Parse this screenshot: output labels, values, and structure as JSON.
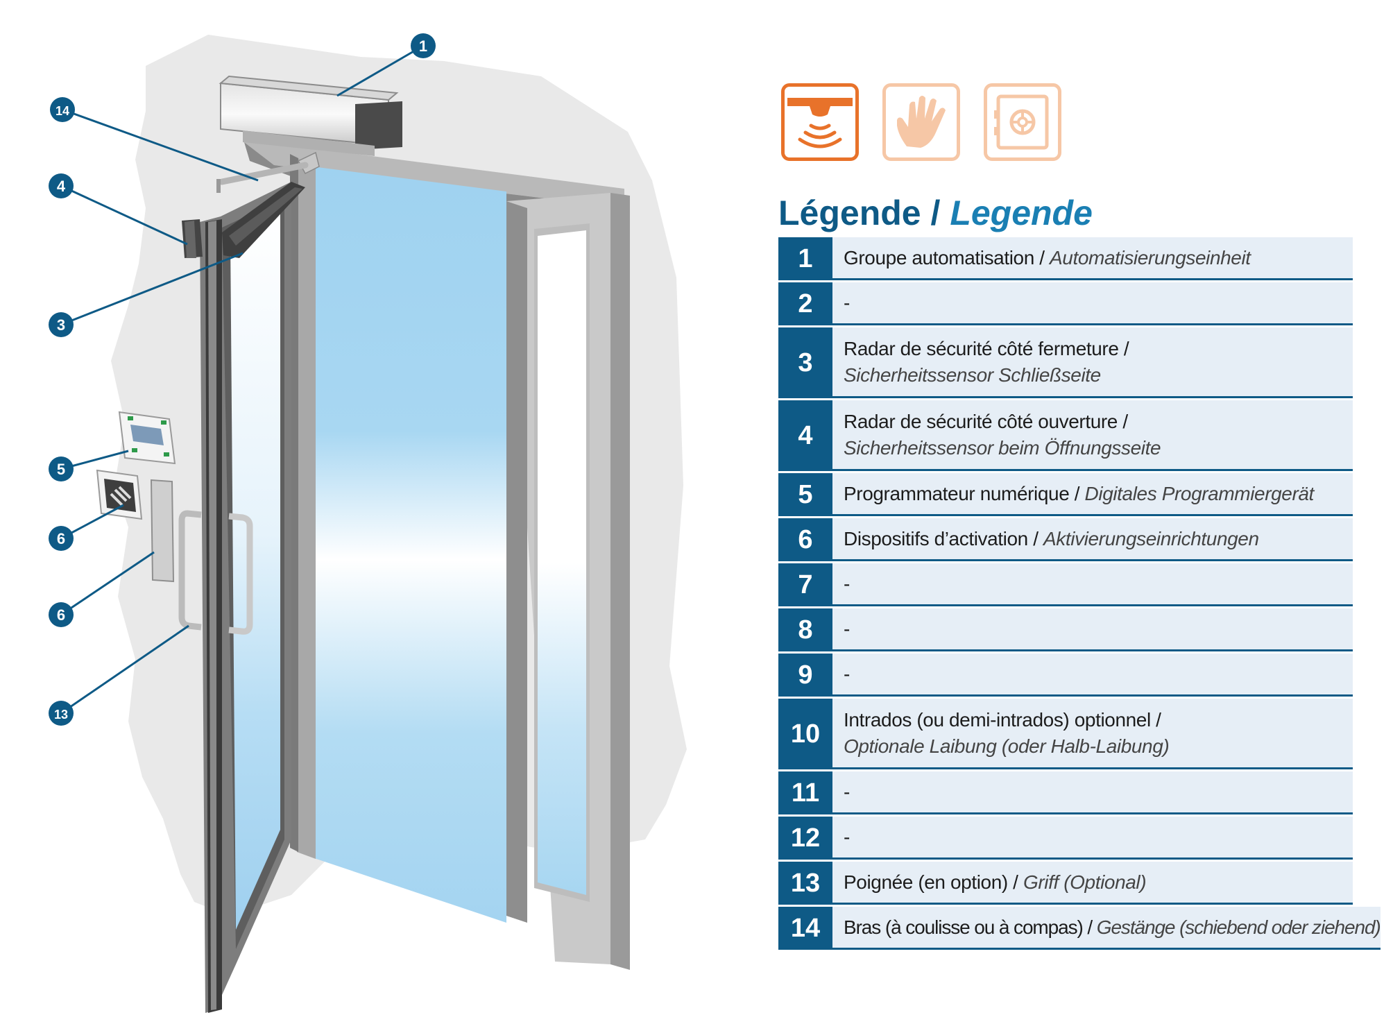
{
  "callouts": [
    {
      "label": "1"
    },
    {
      "label": "14"
    },
    {
      "label": "4"
    },
    {
      "label": "3"
    },
    {
      "label": "5"
    },
    {
      "label": "6"
    },
    {
      "label": "6"
    },
    {
      "label": "13"
    }
  ],
  "mode_icons": [
    {
      "icon": "radar-sensor-icon",
      "state": "active",
      "color": "#e8722a"
    },
    {
      "icon": "hand-icon",
      "state": "inactive",
      "color": "#f6c7a6"
    },
    {
      "icon": "safe-icon",
      "state": "inactive",
      "color": "#f6c7a6"
    }
  ],
  "legend": {
    "title_fr": "Légende",
    "separator": "/",
    "title_de": "Legende",
    "rows": [
      {
        "num": "1",
        "fr": "Groupe automatisation /",
        "de": "Automatisierungseinheit",
        "layout": "single"
      },
      {
        "num": "2",
        "fr": "-",
        "de": "",
        "layout": "single"
      },
      {
        "num": "3",
        "fr": "Radar de sécurité côté fermeture /",
        "de": "Sicherheitssensor Schließseite",
        "layout": "double"
      },
      {
        "num": "4",
        "fr": "Radar de sécurité côté ouverture /",
        "de": "Sicherheitssensor beim Öffnungsseite",
        "layout": "double"
      },
      {
        "num": "5",
        "fr": "Programmateur numérique /",
        "de": "Digitales Programmiergerät",
        "layout": "single"
      },
      {
        "num": "6",
        "fr": "Dispositifs d’activation /",
        "de": "Aktivierungseinrichtungen",
        "layout": "single"
      },
      {
        "num": "7",
        "fr": "-",
        "de": "",
        "layout": "single"
      },
      {
        "num": "8",
        "fr": "-",
        "de": "",
        "layout": "single"
      },
      {
        "num": "9",
        "fr": "-",
        "de": "",
        "layout": "single"
      },
      {
        "num": "10",
        "fr": "Intrados (ou demi-intrados) optionnel /",
        "de": "Optionale Laibung (oder Halb-Laibung)",
        "layout": "double"
      },
      {
        "num": "11",
        "fr": "-",
        "de": "",
        "layout": "single"
      },
      {
        "num": "12",
        "fr": "-",
        "de": "",
        "layout": "single"
      },
      {
        "num": "13",
        "fr": "Poignée (en option) /",
        "de": "Griff (Optional)",
        "layout": "single"
      },
      {
        "num": "14",
        "fr": "Bras (à coulisse ou à compas) /",
        "de": "Gestänge (schiebend oder ziehend)",
        "layout": "single"
      }
    ]
  }
}
